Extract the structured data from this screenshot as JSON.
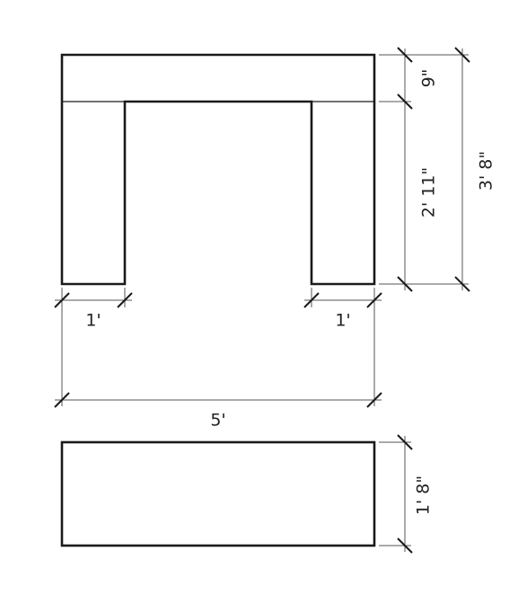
{
  "dimensions": {
    "top_thickness": "9\"",
    "leg_height": "2' 11\"",
    "overall_height": "3' 8\"",
    "left_leg_width": "1'",
    "right_leg_width": "1'",
    "overall_width": "5'",
    "lower_block_height": "1' 8\""
  },
  "colors": {
    "line": "#1a1a1a",
    "dimension_line": "#555555",
    "background": "#ffffff"
  }
}
